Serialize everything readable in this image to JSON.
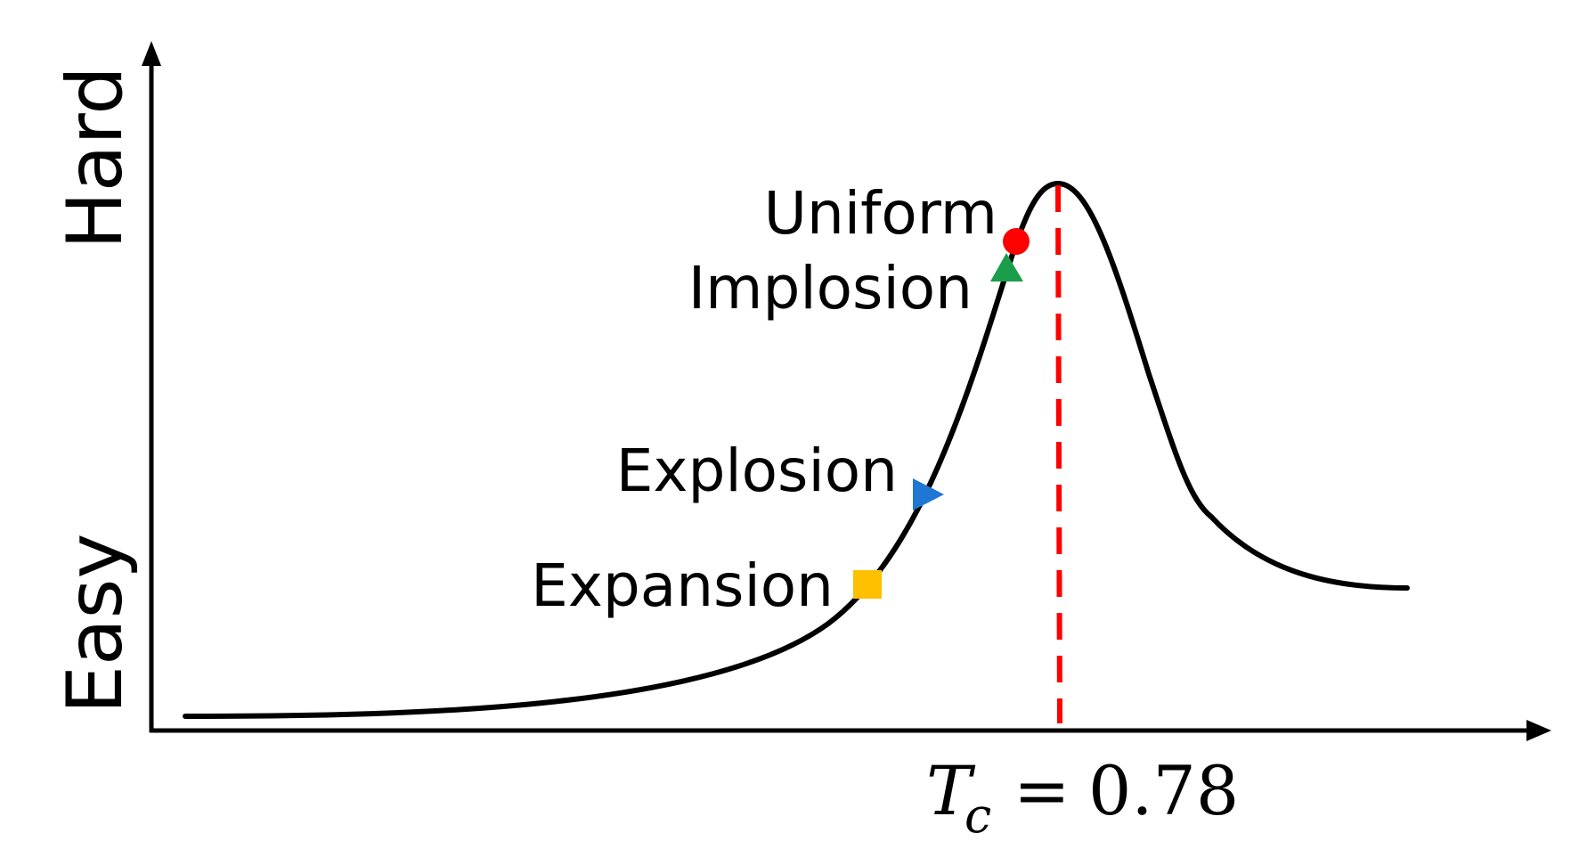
{
  "y_axis": {
    "top_label": "Hard",
    "bottom_label": "Easy"
  },
  "markers": [
    {
      "label": "Uniform",
      "shape": "circle",
      "color": "#ff0000"
    },
    {
      "label": "Implosion",
      "shape": "triangle-up",
      "color": "#1a9e4b"
    },
    {
      "label": "Explosion",
      "shape": "triangle-right",
      "color": "#1f77d4"
    },
    {
      "label": "Expansion",
      "shape": "square",
      "color": "#ffc000"
    }
  ],
  "critical_line": {
    "symbol": "T",
    "subscript": "c",
    "equals": "=",
    "value": "0.78",
    "color": "#ff0000"
  },
  "curve": {
    "color": "#000000"
  }
}
